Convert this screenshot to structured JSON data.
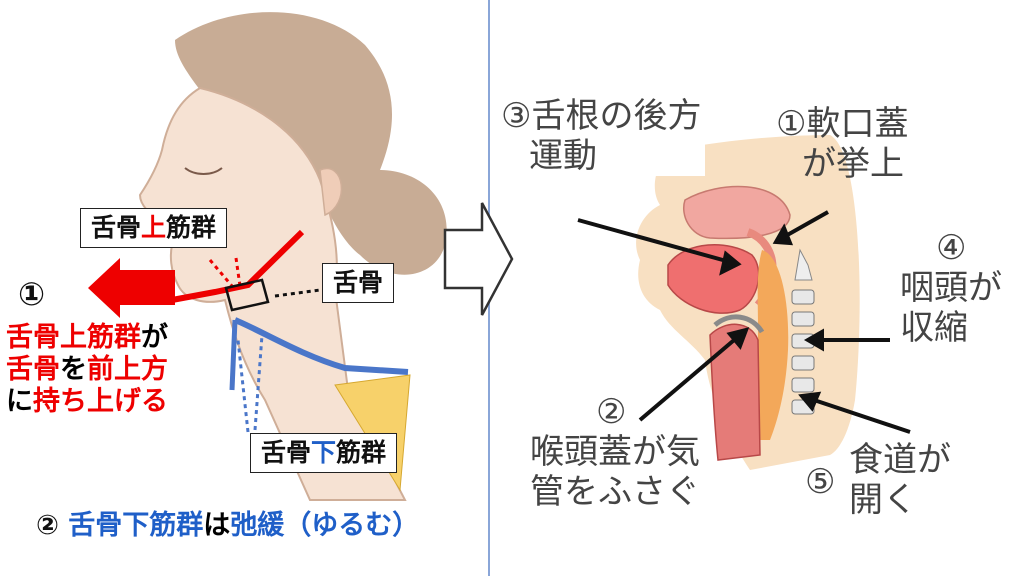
{
  "left": {
    "label_suprahyoid_box": {
      "pre": "舌骨",
      "mid": "上",
      "post": "筋群"
    },
    "label_hyoid": "舌骨",
    "label_infrahyoid_box": {
      "pre": "舌骨",
      "mid": "下",
      "post": "筋群"
    },
    "step1": {
      "number": "①",
      "line1": {
        "a": "舌骨上筋群",
        "b": "が"
      },
      "line2": {
        "a": "舌骨",
        "b": "を",
        "c": "前上方"
      },
      "line3": {
        "a": "に",
        "b": "持ち上げる"
      }
    },
    "step2": {
      "number": "②",
      "a": "舌骨下筋群",
      "b": "は",
      "c": "弛緩（ゆるむ）"
    }
  },
  "right": {
    "step3": {
      "line1": "③舌根の後方",
      "line2": "運動"
    },
    "step1": {
      "line1": "①軟口蓋",
      "line2": "が挙上"
    },
    "step4": {
      "number": "④",
      "line1": "咽頭が",
      "line2": "収縮"
    },
    "step2": {
      "number": "②",
      "line1": "喉頭蓋が気",
      "line2": "管をふさぐ"
    },
    "step5": {
      "number": "⑤",
      "line1": "食道が",
      "line2": "開く"
    }
  },
  "colors": {
    "red": "#ee0000",
    "blue": "#1f5fc8",
    "skin": "#f6e2d3",
    "hair": "#c8ac95",
    "yellow": "#f7d16a"
  }
}
